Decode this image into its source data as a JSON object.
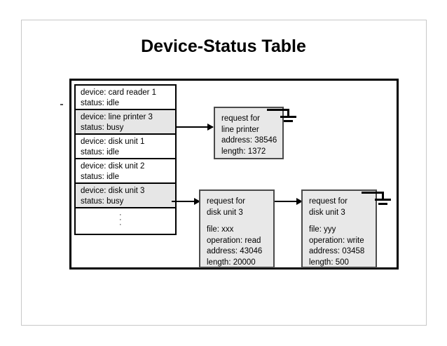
{
  "slide": {
    "title": "Device-Status Table"
  },
  "device_table": {
    "rows": [
      {
        "device": "device: card reader 1",
        "status": "status: idle",
        "busy": false
      },
      {
        "device": "device: line printer 3",
        "status": "status: busy",
        "busy": true
      },
      {
        "device": "device: disk unit 1",
        "status": "status: idle",
        "busy": false
      },
      {
        "device": "device: disk unit 2",
        "status": "status: idle",
        "busy": false
      },
      {
        "device": "device: disk unit 3",
        "status": "status: busy",
        "busy": true
      }
    ],
    "ellipsis": "·"
  },
  "requests": {
    "line_printer": {
      "title_1": "request for",
      "title_2": "line printer",
      "address": "address: 38546",
      "length": "length: 1372"
    },
    "disk_unit_3_a": {
      "title_1": "request for",
      "title_2": "disk unit 3",
      "file": "file: xxx",
      "operation": "operation: read",
      "address": "address: 43046",
      "length": "length: 20000"
    },
    "disk_unit_3_b": {
      "title_1": "request for",
      "title_2": "disk unit 3",
      "file": "file: yyy",
      "operation": "operation: write",
      "address": "address: 03458",
      "length": "length: 500"
    }
  },
  "icons": {
    "ground_null_pointer": "ground-icon",
    "arrow_right": "arrow-right-icon"
  },
  "colors": {
    "busy_row_fill": "#e6e6e6",
    "request_box_fill": "#e8e8e8",
    "request_box_border": "#4a4a4a",
    "frame_border": "#000000",
    "slide_border": "#c8c8c8",
    "text": "#000000"
  }
}
